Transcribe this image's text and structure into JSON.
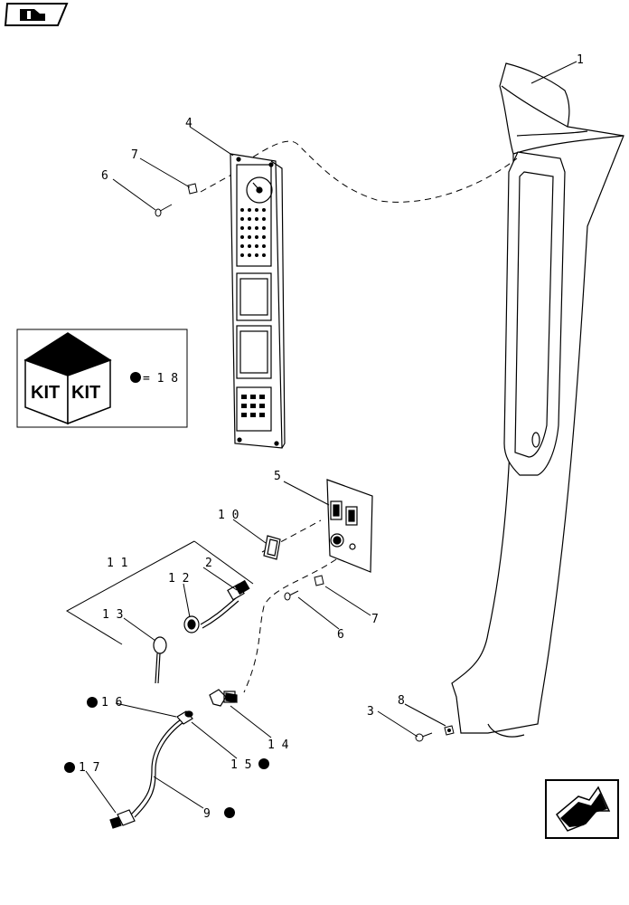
{
  "callouts": {
    "c1": "1",
    "c2": "2",
    "c3": "3",
    "c4": "4",
    "c5": "5",
    "c6a": "6",
    "c6b": "6",
    "c7a": "7",
    "c7b": "7",
    "c8": "8",
    "c9": "9",
    "c10": "1 0",
    "c11": "1 1",
    "c12": "1 2",
    "c13": "1 3",
    "c14": "1 4",
    "c15": "1 5",
    "c16": "1 6",
    "c17": "1 7"
  },
  "kit_legend": {
    "face_left": "KIT",
    "face_right": "KIT",
    "equals_ref": "= 1 8"
  },
  "icons": {
    "top_left": "book-navigation-icon",
    "bottom_right": "next-page-arrow-icon"
  }
}
